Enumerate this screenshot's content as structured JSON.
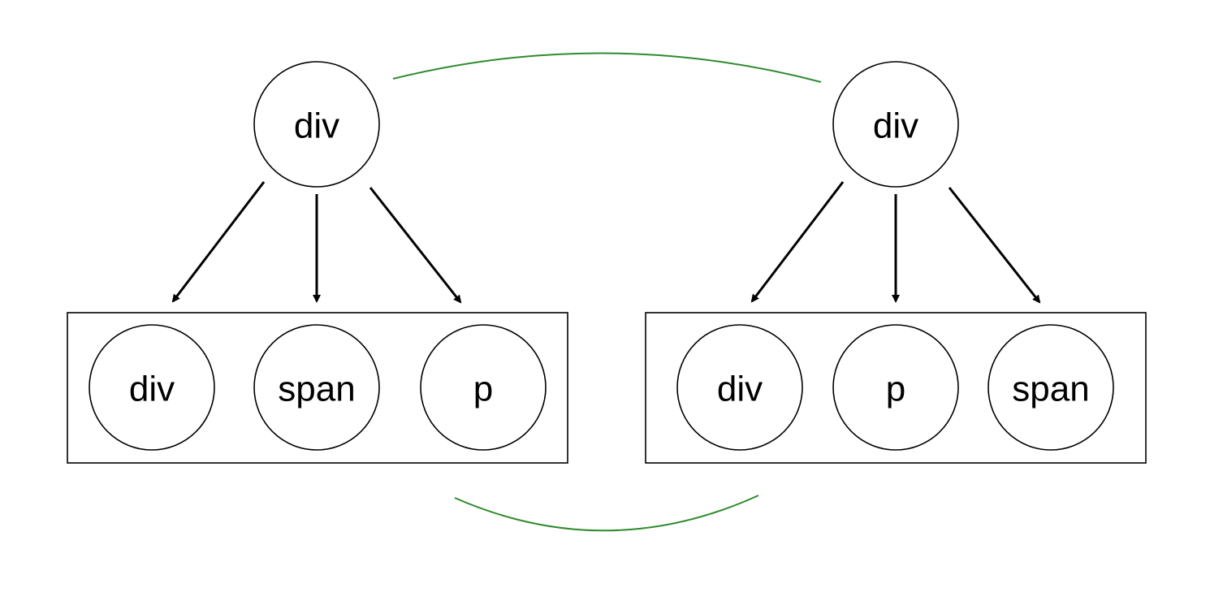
{
  "colors": {
    "node_stroke": "#000000",
    "edge": "#000000",
    "comparison_arc": "#2e8b2e",
    "background": "#ffffff"
  },
  "left_tree": {
    "root": {
      "label": "div"
    },
    "children": [
      {
        "label": "div"
      },
      {
        "label": "span"
      },
      {
        "label": "p"
      }
    ]
  },
  "right_tree": {
    "root": {
      "label": "div"
    },
    "children": [
      {
        "label": "div"
      },
      {
        "label": "p"
      },
      {
        "label": "span"
      }
    ]
  }
}
